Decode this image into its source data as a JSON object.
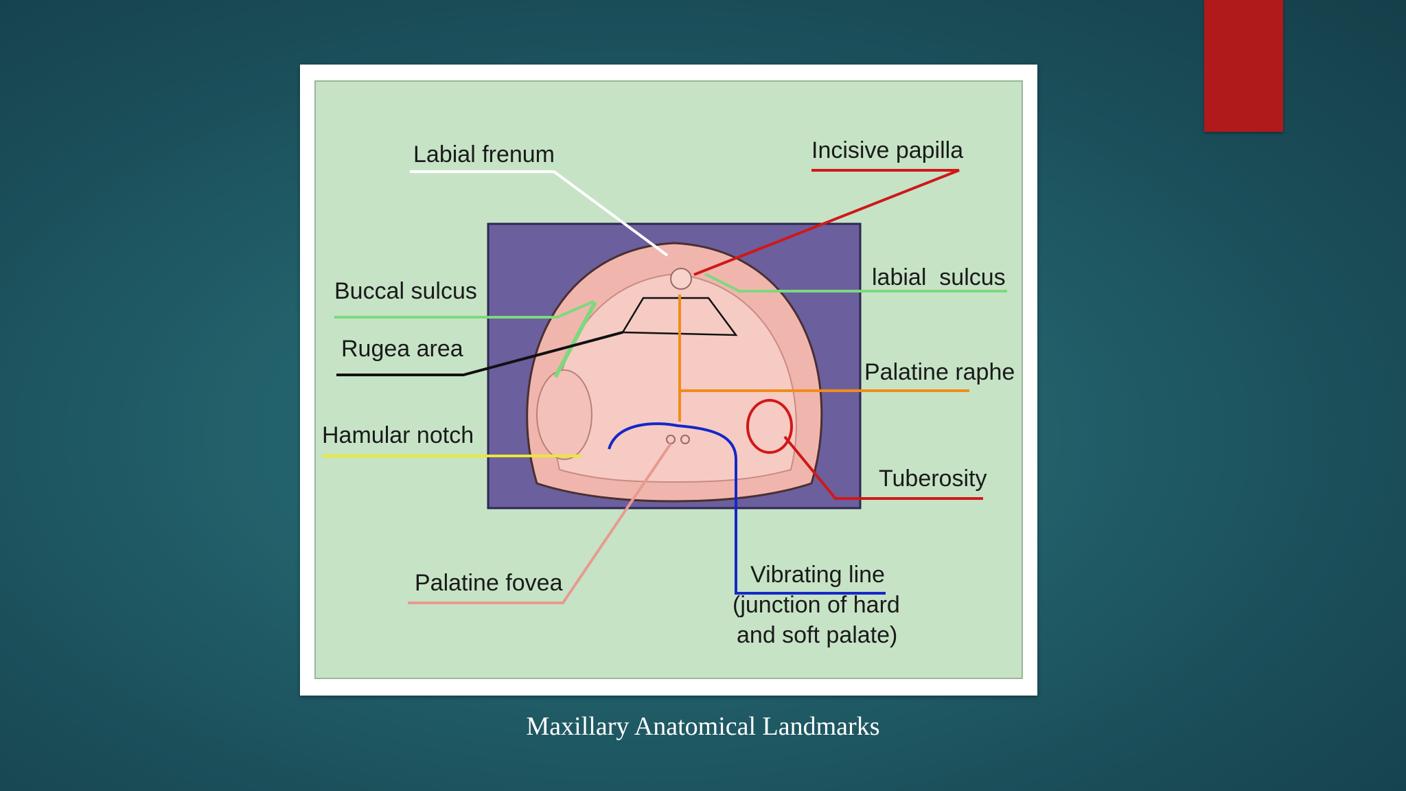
{
  "slide": {
    "caption": "Maxillary Anatomical Landmarks",
    "accent_color": "#b01a1a"
  },
  "diagram": {
    "labels": {
      "labial_frenum": "Labial frenum",
      "incisive_papilla": "Incisive papilla",
      "buccal_sulcus": "Buccal sulcus",
      "labial_sulcus": "labial  sulcus",
      "rugea_area": "Rugea area",
      "palatine_raphe": "Palatine raphe",
      "hamular_notch": "Hamular notch",
      "tuberosity": "Tuberosity",
      "palatine_fovea": "Palatine fovea",
      "vibrating_line_1": "Vibrating line",
      "vibrating_line_2": "(junction of hard",
      "vibrating_line_3": "and soft palate)"
    },
    "colors": {
      "background": "#c6e3c6",
      "cast_base": "#6b5f9e",
      "palate": "#f0b6ae",
      "labial_frenum": "#ffffff",
      "incisive_papilla": "#d01818",
      "buccal_sulcus": "#7ed87e",
      "labial_sulcus": "#7ed87e",
      "rugea_area": "#111111",
      "palatine_raphe": "#f08c1a",
      "hamular_notch": "#e8e83a",
      "tuberosity": "#d01818",
      "palatine_fovea": "#e89a90",
      "vibrating_line": "#1428c8"
    }
  }
}
